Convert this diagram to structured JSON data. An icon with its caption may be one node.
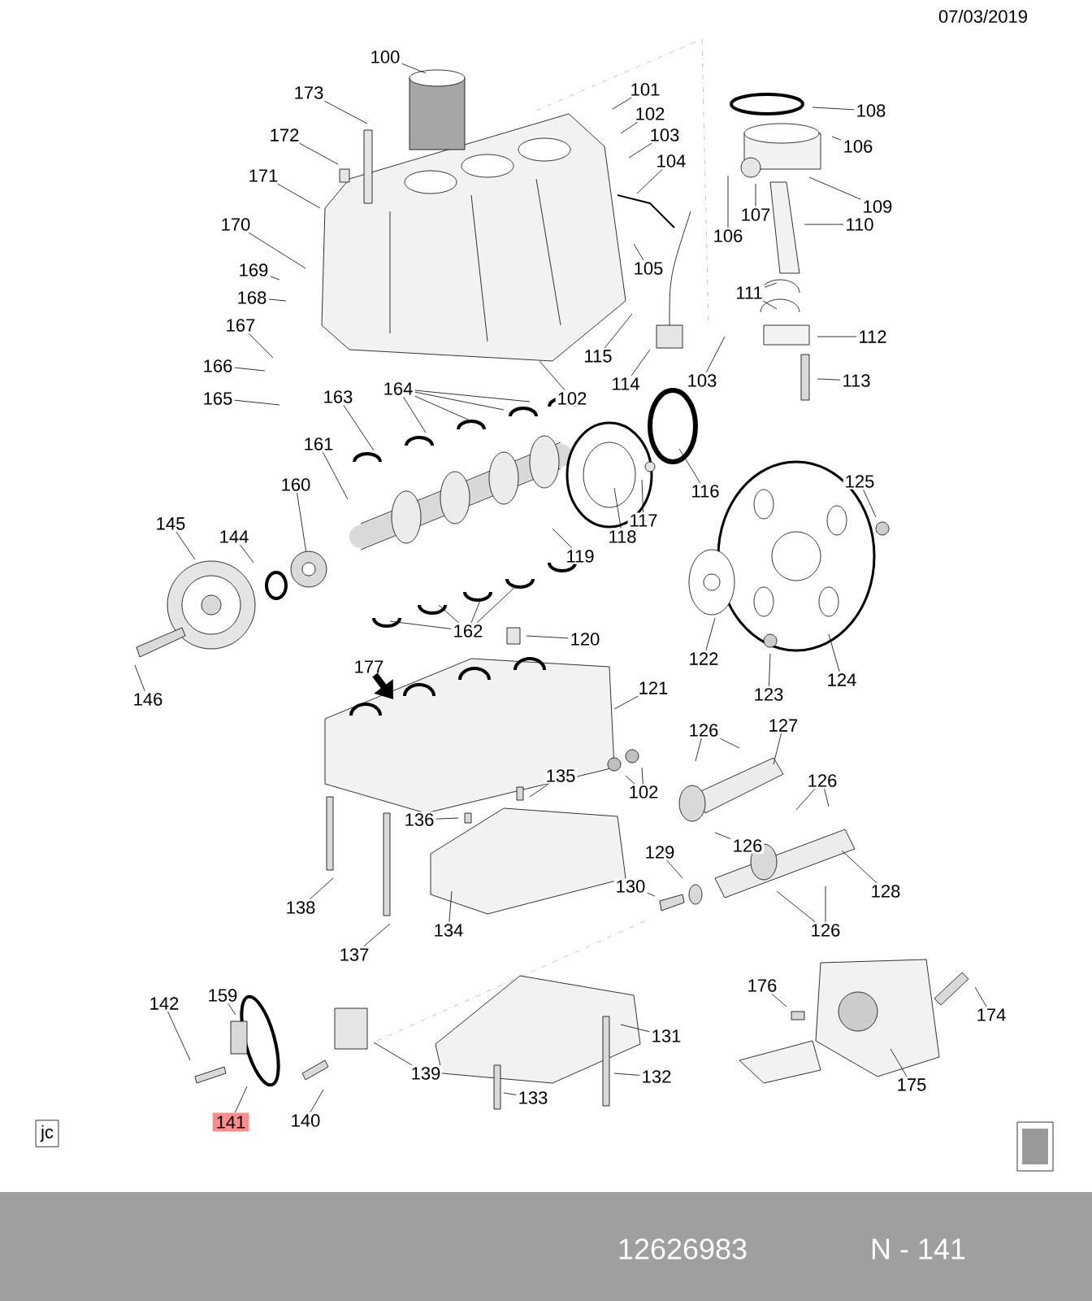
{
  "diagram": {
    "nodes": [
      {
        "text": [
          "100"
        ]
      },
      {
        "text": [
          "173"
        ]
      },
      {
        "text": [
          "101"
        ]
      },
      {
        "text": [
          "108"
        ]
      },
      {
        "text": [
          "102"
        ]
      },
      {
        "text": [
          "172"
        ]
      },
      {
        "text": [
          "103"
        ]
      },
      {
        "text": [
          "106"
        ]
      },
      {
        "text": [
          "104"
        ]
      },
      {
        "text": [
          "171"
        ]
      },
      {
        "text": [
          "109"
        ]
      },
      {
        "text": [
          "107"
        ]
      },
      {
        "text": [
          "110"
        ]
      },
      {
        "text": [
          "170"
        ]
      },
      {
        "text": [
          "106"
        ]
      },
      {
        "text": [
          "105"
        ]
      },
      {
        "text": [
          "169"
        ]
      },
      {
        "text": [
          "111"
        ]
      },
      {
        "text": [
          "168"
        ]
      },
      {
        "text": [
          "167"
        ]
      },
      {
        "text": [
          "112"
        ]
      },
      {
        "text": [
          "115"
        ]
      },
      {
        "text": [
          "166"
        ]
      },
      {
        "text": [
          "114"
        ]
      },
      {
        "text": [
          "103"
        ]
      },
      {
        "text": [
          "113"
        ]
      },
      {
        "text": [
          "164"
        ]
      },
      {
        "text": [
          "102"
        ]
      },
      {
        "text": [
          "165"
        ]
      },
      {
        "text": [
          "163"
        ]
      },
      {
        "text": [
          "161"
        ]
      },
      {
        "text": [
          "125"
        ]
      },
      {
        "text": [
          "116"
        ]
      },
      {
        "text": [
          "160"
        ]
      },
      {
        "text": [
          "117"
        ]
      },
      {
        "text": [
          "145"
        ]
      },
      {
        "text": [
          "144"
        ]
      },
      {
        "text": [
          "118"
        ]
      },
      {
        "text": [
          "119"
        ]
      },
      {
        "text": [
          "162"
        ]
      },
      {
        "text": [
          "120"
        ]
      },
      {
        "text": [
          "122"
        ]
      },
      {
        "text": [
          "177"
        ]
      },
      {
        "text": [
          "124"
        ]
      },
      {
        "text": [
          "121"
        ]
      },
      {
        "text": [
          "123"
        ]
      },
      {
        "text": [
          "146"
        ]
      },
      {
        "text": [
          "127"
        ]
      },
      {
        "text": [
          "126"
        ]
      },
      {
        "text": [
          "126"
        ]
      },
      {
        "text": [
          "135"
        ]
      },
      {
        "text": [
          "102"
        ]
      },
      {
        "text": [
          "136"
        ]
      },
      {
        "text": [
          "126"
        ]
      },
      {
        "text": [
          "129"
        ]
      },
      {
        "text": [
          "128"
        ]
      },
      {
        "text": [
          "130"
        ]
      },
      {
        "text": [
          "138"
        ]
      },
      {
        "text": [
          "134"
        ]
      },
      {
        "text": [
          "126"
        ]
      },
      {
        "text": [
          "137"
        ]
      },
      {
        "text": [
          "176"
        ]
      },
      {
        "text": [
          "159"
        ]
      },
      {
        "text": [
          "142"
        ]
      },
      {
        "text": [
          "174"
        ]
      },
      {
        "text": [
          "131"
        ]
      },
      {
        "text": [
          "139"
        ]
      },
      {
        "text": [
          "132"
        ]
      },
      {
        "text": [
          "175"
        ]
      },
      {
        "text": [
          "133"
        ]
      },
      {
        "text": [
          "140"
        ]
      },
      {
        "text": [
          "141"
        ]
      },
      {
        "text": [
          "jc"
        ]
      },
      {
        "text": [],
        "shape": "circle"
      }
    ],
    "edges": [
      {
        "from": 0,
        "to": null,
        "arrow": "none"
      },
      {
        "from": 1,
        "to": null,
        "arrow": "none"
      },
      {
        "from": 2,
        "to": null,
        "arrow": "none"
      },
      {
        "from": 3,
        "to": null,
        "arrow": "none"
      },
      {
        "from": 4,
        "to": null,
        "arrow": "none"
      },
      {
        "from": 5,
        "to": null,
        "arrow": "none"
      },
      {
        "from": 6,
        "to": null,
        "arrow": "none"
      },
      {
        "from": 7,
        "to": null,
        "arrow": "none"
      },
      {
        "from": 8,
        "to": null,
        "arrow": "none"
      },
      {
        "from": 9,
        "to": null,
        "arrow": "none"
      },
      {
        "from": 10,
        "to": null,
        "arrow": "none"
      },
      {
        "from": 11,
        "to": null,
        "arrow": "none"
      },
      {
        "from": 12,
        "to": null,
        "arrow": "none"
      },
      {
        "from": 13,
        "to": null,
        "arrow": "none"
      },
      {
        "from": 14,
        "to": null,
        "arrow": "none"
      },
      {
        "from": 15,
        "to": null,
        "arrow": "none"
      },
      {
        "from": 16,
        "to": null,
        "arrow": "none"
      },
      {
        "from": 17,
        "to": null,
        "arrow": "none"
      },
      {
        "from": 17,
        "to": null,
        "arrow": "none"
      },
      {
        "from": 18,
        "to": null,
        "arrow": "none"
      },
      {
        "from": 19,
        "to": null,
        "arrow": "none"
      },
      {
        "from": 20,
        "to": null,
        "arrow": "none"
      },
      {
        "from": 21,
        "to": null,
        "arrow": "none"
      },
      {
        "from": 22,
        "to": null,
        "arrow": "none"
      },
      {
        "from": 23,
        "to": null,
        "arrow": "none"
      },
      {
        "from": 24,
        "to": null,
        "arrow": "none"
      },
      {
        "from": 25,
        "to": null,
        "arrow": "none"
      },
      {
        "from": 26,
        "to": null,
        "arrow": "none"
      },
      {
        "from": 26,
        "to": null,
        "arrow": "none"
      },
      {
        "from": 26,
        "to": null,
        "arrow": "none"
      },
      {
        "from": 26,
        "to": null,
        "arrow": "none"
      },
      {
        "from": 27,
        "to": null,
        "arrow": "none"
      },
      {
        "from": 28,
        "to": null,
        "arrow": "none"
      },
      {
        "from": 29,
        "to": null,
        "arrow": "none"
      },
      {
        "from": 30,
        "to": null,
        "arrow": "none"
      },
      {
        "from": 31,
        "to": null,
        "arrow": "none"
      },
      {
        "from": 32,
        "to": null,
        "arrow": "none"
      },
      {
        "from": 33,
        "to": 73,
        "arrow": "none"
      },
      {
        "from": 34,
        "to": null,
        "arrow": "none"
      },
      {
        "from": 35,
        "to": null,
        "arrow": "none"
      },
      {
        "from": 36,
        "to": null,
        "arrow": "none"
      },
      {
        "from": 37,
        "to": null,
        "arrow": "none"
      },
      {
        "from": 38,
        "to": null,
        "arrow": "none"
      },
      {
        "from": 39,
        "to": null,
        "arrow": "none"
      },
      {
        "from": 39,
        "to": null,
        "arrow": "none"
      },
      {
        "from": 39,
        "to": null,
        "arrow": "none"
      },
      {
        "from": 39,
        "to": null,
        "arrow": "none"
      },
      {
        "from": 40,
        "to": null,
        "arrow": "none"
      },
      {
        "from": 41,
        "to": null,
        "arrow": "none"
      },
      {
        "from": 42,
        "to": null,
        "arrow": "to",
        "style": "thick"
      },
      {
        "from": 43,
        "to": null,
        "arrow": "none"
      },
      {
        "from": 44,
        "to": null,
        "arrow": "none"
      },
      {
        "from": 45,
        "to": null,
        "arrow": "none"
      },
      {
        "from": 46,
        "to": null,
        "arrow": "none"
      },
      {
        "from": 47,
        "to": null,
        "arrow": "none"
      },
      {
        "from": 48,
        "to": null,
        "arrow": "none"
      },
      {
        "from": 48,
        "to": null,
        "arrow": "none"
      },
      {
        "from": 49,
        "to": null,
        "arrow": "none"
      },
      {
        "from": 49,
        "to": null,
        "arrow": "none"
      },
      {
        "from": 50,
        "to": null,
        "arrow": "none"
      },
      {
        "from": 51,
        "to": null,
        "arrow": "none"
      },
      {
        "from": 51,
        "to": null,
        "arrow": "none"
      },
      {
        "from": 52,
        "to": null,
        "arrow": "none"
      },
      {
        "from": 53,
        "to": null,
        "arrow": "none"
      },
      {
        "from": 54,
        "to": null,
        "arrow": "none"
      },
      {
        "from": 55,
        "to": null,
        "arrow": "none"
      },
      {
        "from": 56,
        "to": null,
        "arrow": "none"
      },
      {
        "from": 57,
        "to": null,
        "arrow": "none"
      },
      {
        "from": 58,
        "to": null,
        "arrow": "none"
      },
      {
        "from": 59,
        "to": null,
        "arrow": "none"
      },
      {
        "from": 59,
        "to": null,
        "arrow": "none"
      },
      {
        "from": 60,
        "to": null,
        "arrow": "none"
      },
      {
        "from": 61,
        "to": null,
        "arrow": "none"
      },
      {
        "from": 62,
        "to": null,
        "arrow": "none"
      },
      {
        "from": 63,
        "to": null,
        "arrow": "none"
      },
      {
        "from": 64,
        "to": null,
        "arrow": "none"
      },
      {
        "from": 65,
        "to": null,
        "arrow": "none"
      },
      {
        "from": 66,
        "to": null,
        "arrow": "none"
      },
      {
        "from": 67,
        "to": null,
        "arrow": "none"
      },
      {
        "from": 68,
        "to": null,
        "arrow": "none"
      },
      {
        "from": 69,
        "to": null,
        "arrow": "none"
      },
      {
        "from": 70,
        "to": null,
        "arrow": "none"
      },
      {
        "from": 71,
        "to": null,
        "arrow": "none"
      }
    ],
    "labels": [
      "07/03/2019",
      "12626983",
      "N - 141"
    ]
  }
}
